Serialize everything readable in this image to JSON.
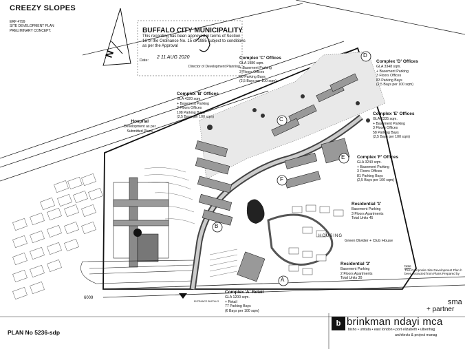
{
  "title": "CREEZY SLOPES",
  "subtitle_lines": [
    "ERF 4799",
    "SITE DEVELOPMENT PLAN",
    "PRELIMINARY CONCEPT."
  ],
  "municipality": {
    "name": "BUFFALO CITY MUNICIPALITY",
    "approval_text": "This recording has been approved in terms of Section 16 of the Ordinance No. 15 of 1985 subject to conditions as per the Approval",
    "date_label": "Date:",
    "date_value": "2 11 AUG 2020",
    "director_label": "Director of Development Planning"
  },
  "north_label": "N",
  "blocks": {
    "hospital": {
      "title": "Hospital",
      "lines": [
        "Development as per",
        "Submitted Plans"
      ]
    },
    "complex_b": {
      "title": "Complex 'B' Offices",
      "lines": [
        "GLA 4320 sqm.",
        "+ Basement Parking",
        "2 Floors Offices",
        "108 Parking Bays",
        "(2,5 Bays per 100 sqm)"
      ]
    },
    "complex_c": {
      "title": "Complex 'C' Offices",
      "lines": [
        "GLA 1980 sqm.",
        "+ Basement Parking",
        "3 Floors Offices",
        "50 Parking Bays",
        "(2,5 Bays per 100 sqm)"
      ]
    },
    "complex_d": {
      "title": "Complex 'D' Offices",
      "lines": [
        "GLA 3348 sqm.",
        "+ Basement Parking",
        "3 Floors Offices",
        "83 Parking Bays",
        "(2,5 Bays per 100 sqm)"
      ]
    },
    "complex_e": {
      "title": "Complex 'E' Offices",
      "lines": [
        "GLA 2335 sqm.",
        "+ Basement Parking",
        "3 Floors Offices",
        "58 Parking Bays",
        "(2,5 Bays per 100 sqm)"
      ]
    },
    "complex_f": {
      "title": "Complex 'F' Offices",
      "lines": [
        "GLA 3240 sqm.",
        "+ Basement Parking",
        "3 Floors Offices",
        "81 Parking Bays",
        "(2,5 Bays per 100 sqm)"
      ]
    },
    "residential_1": {
      "title": "Residential '1'",
      "lines": [
        "Basement Parking",
        "3 Floors Apartments",
        "Total Units 45"
      ]
    },
    "residential_2": {
      "title": "Residential '2'",
      "lines": [
        "Basement Parking",
        "2 Floors Apartments",
        "Total Units 30"
      ]
    },
    "complex_a": {
      "title": "Complex 'A' Retail",
      "lines": [
        "GLA 1200 sqm.",
        "+ Retail",
        "77 Parking Bays",
        "(6 Bays per 100 sqm)"
      ]
    }
  },
  "green_divider": "Green Divider + Club House",
  "housing_label": "HOUSING",
  "zone_letters": [
    "A",
    "B",
    "C",
    "D",
    "E",
    "F"
  ],
  "erf_label": "6009",
  "entrance_label": "ENTRANCE BUFFALO",
  "plan_no": "PLAN No 5236-sdp",
  "note": {
    "heading": "Note",
    "lines": [
      "This Composite Site Development Plan h",
      "been extracted from Plans Prepared by"
    ]
  },
  "firm": {
    "name": "brinkman ndayi mca",
    "logo": "b",
    "cities": "bisho • umtata • east london • port elizabeth • ulbenhag",
    "services": "architects & project manag"
  },
  "consultant": {
    "line1": "sma",
    "line2": "+ partner"
  }
}
